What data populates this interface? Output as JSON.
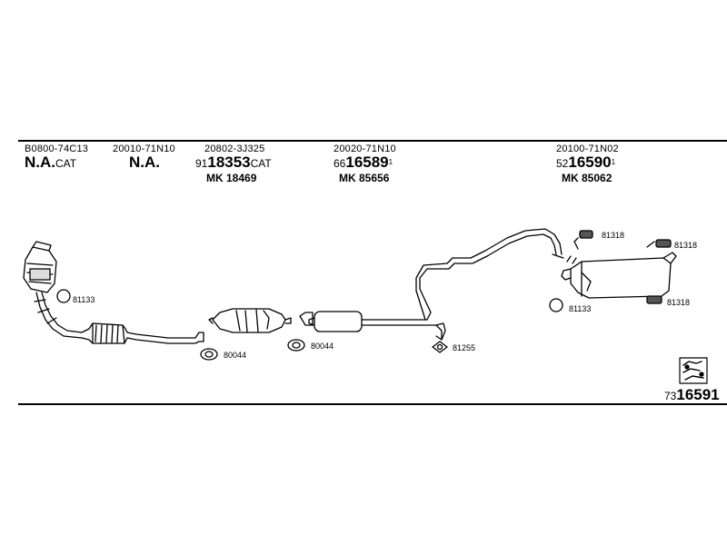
{
  "columns": [
    {
      "code": "B0800-74C13",
      "name_big": "N.A.",
      "name_small": "CAT",
      "mk": ""
    },
    {
      "code": "20010-71N10",
      "name_big": "N.A.",
      "name_small": "",
      "mk": ""
    },
    {
      "code": "20802-3J325",
      "prefix": "91",
      "number": "18353",
      "suffix": "CAT",
      "mk": "MK 18469"
    },
    {
      "code": "20020-71N10",
      "prefix": "66",
      "number": "16589",
      "sup": "1",
      "mk": "MK 85656"
    },
    {
      "code": "20100-71N02",
      "prefix": "52",
      "number": "16590",
      "sup": "1",
      "mk": "MK 85062"
    }
  ],
  "parts": {
    "p81133_left": "81133",
    "p80044_a": "80044",
    "p80044_b": "80044",
    "p81255": "81255",
    "p81318_a": "81318",
    "p81318_b": "81318",
    "p81318_c": "81318",
    "p81133_right": "81133"
  },
  "kit": {
    "prefix": "73",
    "number": "16591"
  }
}
